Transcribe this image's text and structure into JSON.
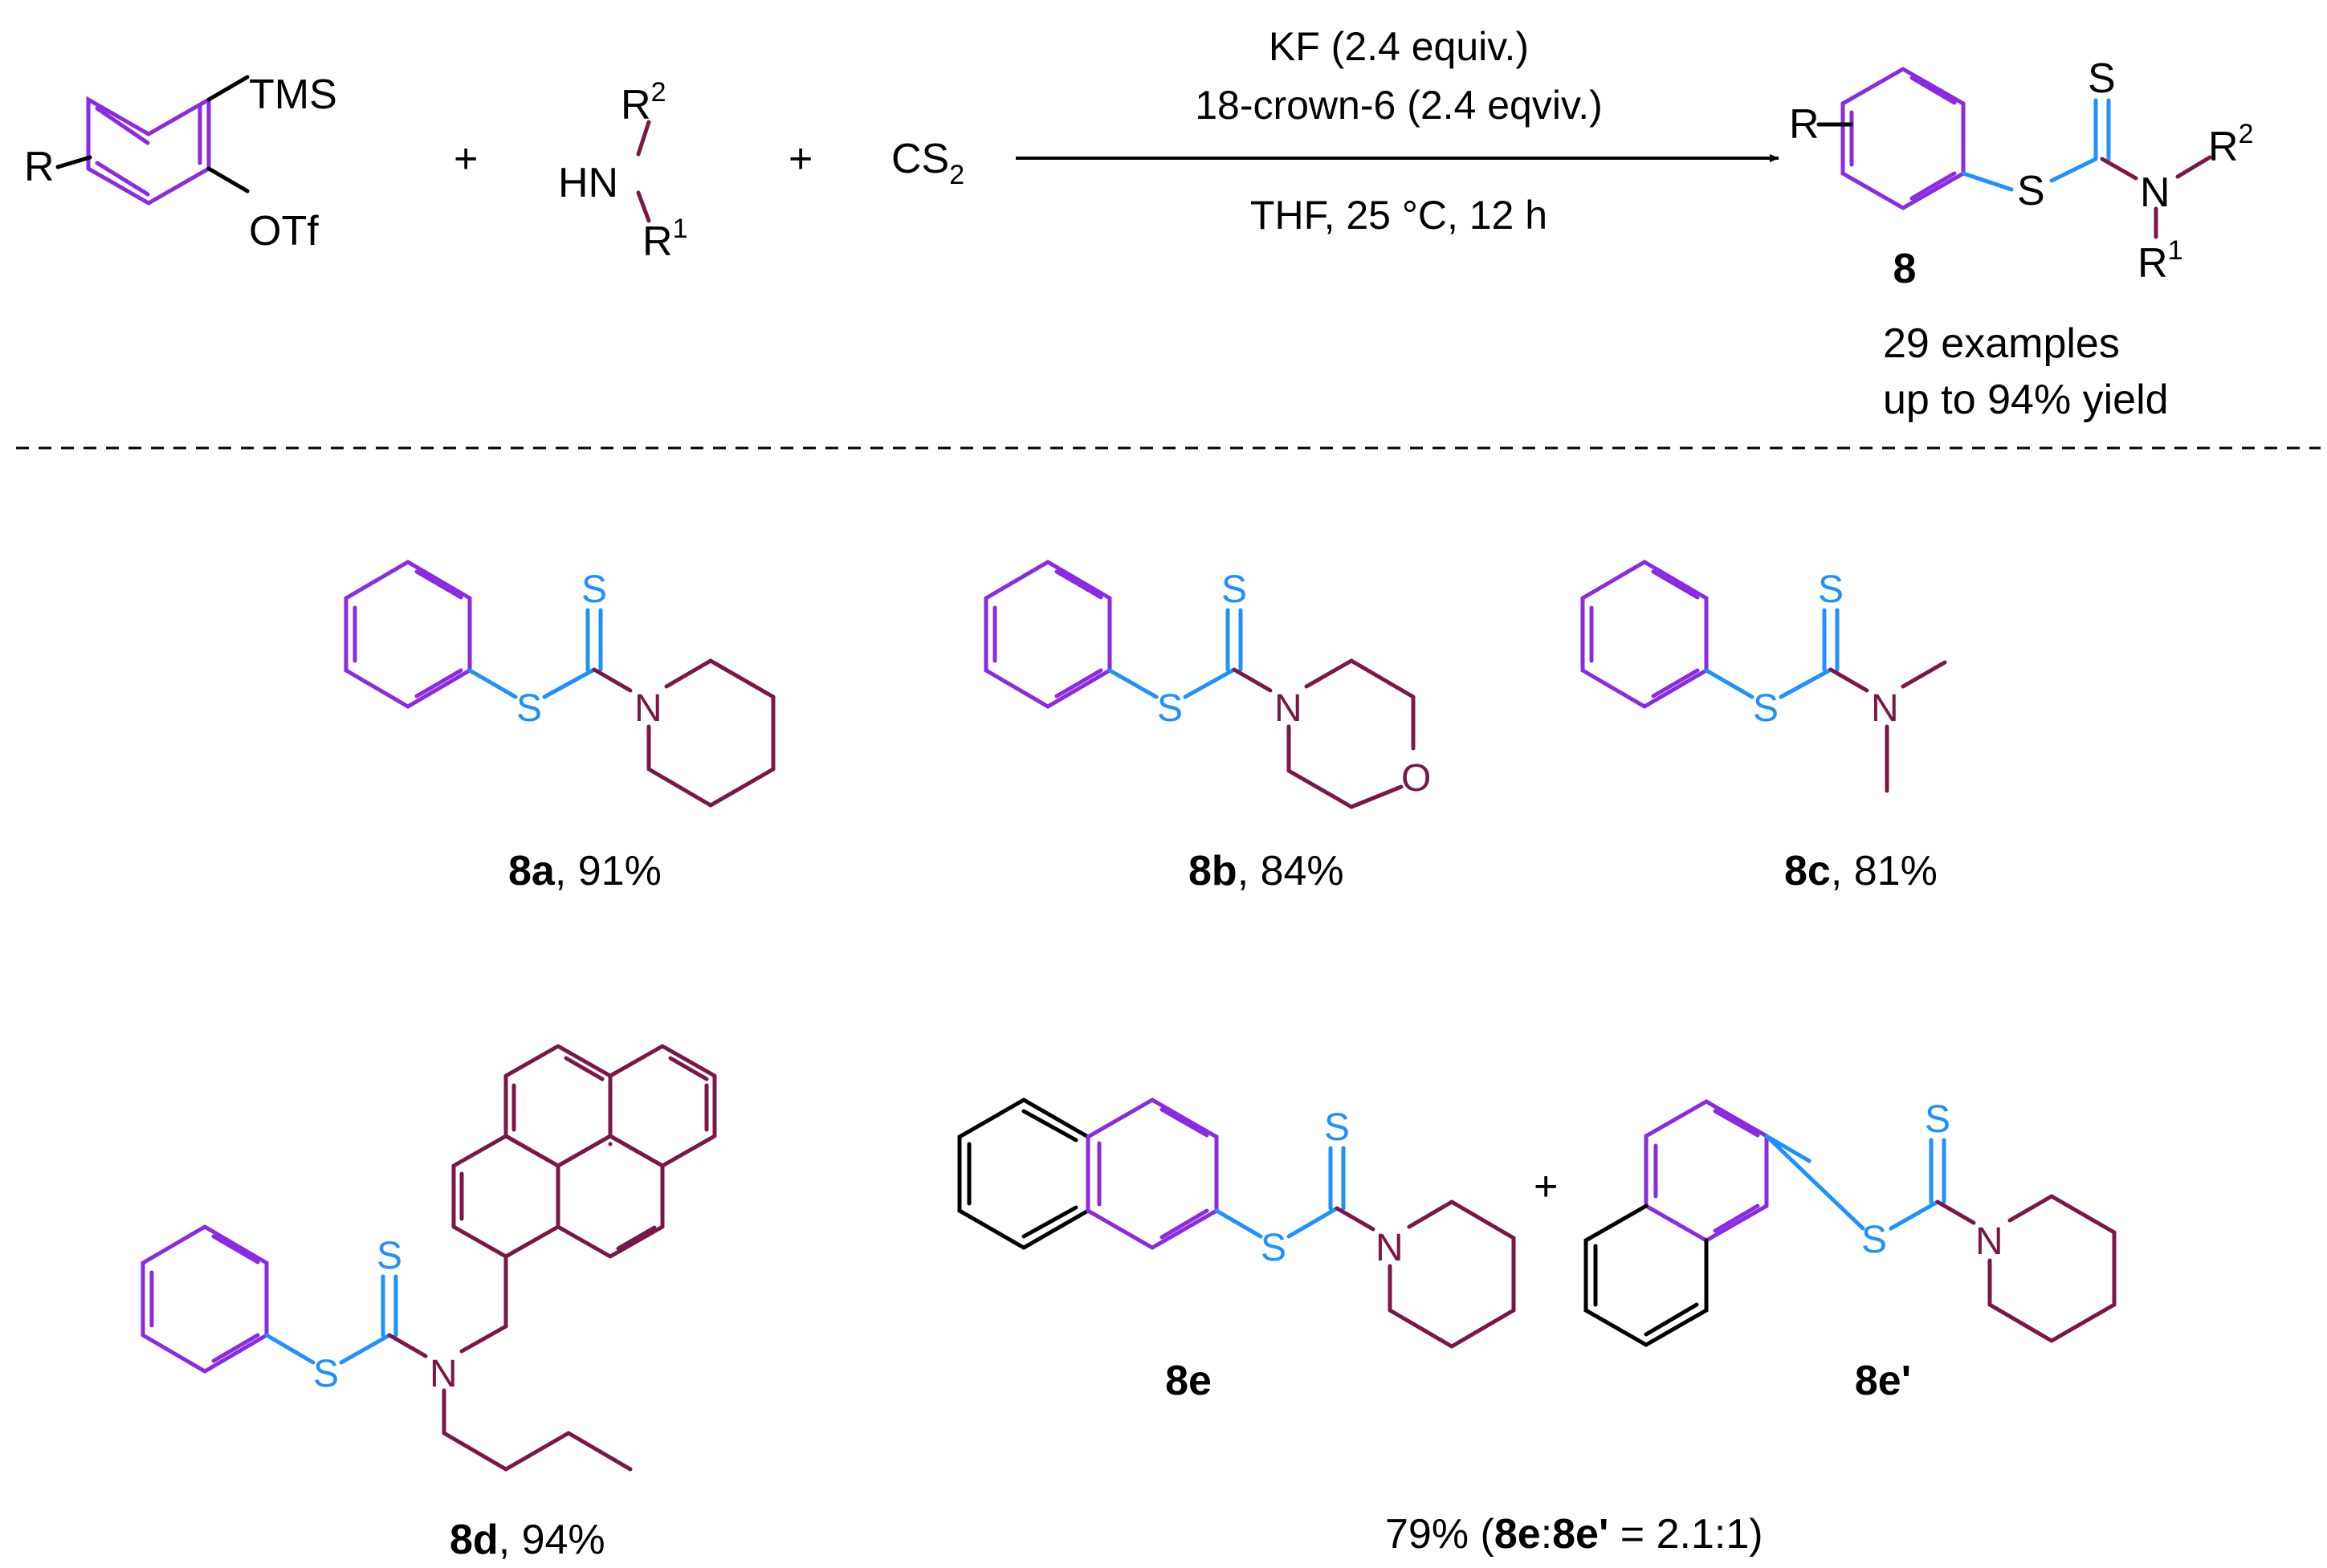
{
  "colors": {
    "aryl": "#8A2BE2",
    "amine": "#7B1748",
    "sulfur": "#1E90FF",
    "fused": "#000000",
    "text": "#000000"
  },
  "reaction": {
    "reactant_aryne": {
      "substituent": "R",
      "group_top": "TMS",
      "group_bottom": "OTf"
    },
    "plus_1": "+",
    "amine": {
      "n_label": "HN",
      "r_top": "R",
      "r_top_sup": "2",
      "r_bottom": "R",
      "r_bottom_sup": "1"
    },
    "plus_2": "+",
    "cs2": {
      "text": "CS",
      "subscript": "2"
    },
    "conditions_above_1": "KF (2.4 equiv.)",
    "conditions_above_2": "18-crown-6 (2.4 eqviv.)",
    "conditions_below": "THF,  25 °C, 12 h",
    "product": {
      "substituent": "R",
      "thione_s": "S",
      "thio_s": "S",
      "n_label": "N",
      "r_top": "R",
      "r_top_sup": "2",
      "r_bottom": "R",
      "r_bottom_sup": "1",
      "number": "8",
      "examples": "29 examples",
      "yield": "up to 94% yield"
    }
  },
  "atoms": {
    "S": "S",
    "N": "N",
    "O": "O"
  },
  "examples": [
    {
      "id": "8a",
      "yield": ", 91%"
    },
    {
      "id": "8b",
      "yield": ", 84%"
    },
    {
      "id": "8c",
      "yield": ", 81%"
    },
    {
      "id": "8d",
      "yield": ", 94%"
    },
    {
      "id": "8e"
    },
    {
      "id": "8e'"
    }
  ],
  "plus_between_isomers": "+",
  "isomer_ratio": {
    "yield": "79% (",
    "a": "8e",
    "colon": ":",
    "b": "8e'",
    "ratio": " = 2.1:1)"
  }
}
